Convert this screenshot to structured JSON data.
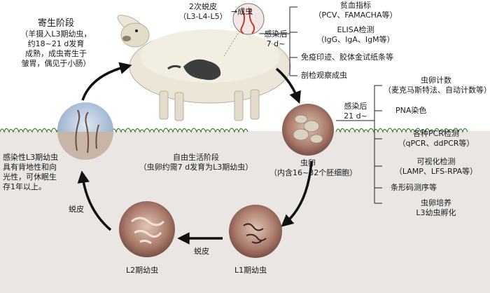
{
  "parasitic_stage": {
    "title": "寄生阶段",
    "lines": [
      "（羊摄入L3期幼虫，",
      "约18~21 d发育",
      "成熟，成虫寄生于",
      "皱胃，偶见于小肠）"
    ]
  },
  "molt_top": [
    "2次蜕皮",
    "（L3-L4-L5）"
  ],
  "adult_worm": "→成虫",
  "infection_after_7": [
    "感染后",
    "7 d~"
  ],
  "methods_7d": [
    "贫血指标",
    "（PCV、FAMACHA等）",
    "ELISA检测",
    "（IgG、IgA、IgM等）",
    "免疫印迹、胶体金试纸条等",
    "剖检观察成虫"
  ],
  "egg_count_title": "虫卵计数",
  "egg_count_detail": "（麦克马斯特法、自动计数等）",
  "infection_after_21": [
    "感染后",
    "21 d~"
  ],
  "methods_21d": [
    "PNA染色",
    "各种PCR检测",
    "（qPCR、ddPCR等）",
    "可视化检测",
    "（LAMP、LFS-RPA等）",
    "条形码测序等",
    "虫卵培养",
    "L3幼虫孵化"
  ],
  "egg_label": [
    "虫卵",
    "（内含16~32个胚细胞）"
  ],
  "free_living": [
    "自由生活阶段",
    "（虫卵约需7 d发育为L3期幼虫）"
  ],
  "infective_l3": [
    "感染性L3期幼虫",
    "具有背地性和向",
    "光性，可休眠生",
    "存1年以上。"
  ],
  "molt_left": "蜕皮",
  "molt_bottom": "蜕皮",
  "l2_label": "L2期幼虫",
  "l1_label": "L1期幼虫",
  "colors": {
    "ground": "#e9e6e3",
    "grass": "#3f7a2e",
    "worm_ball": "#b48a7a",
    "arrow": "#111111"
  }
}
